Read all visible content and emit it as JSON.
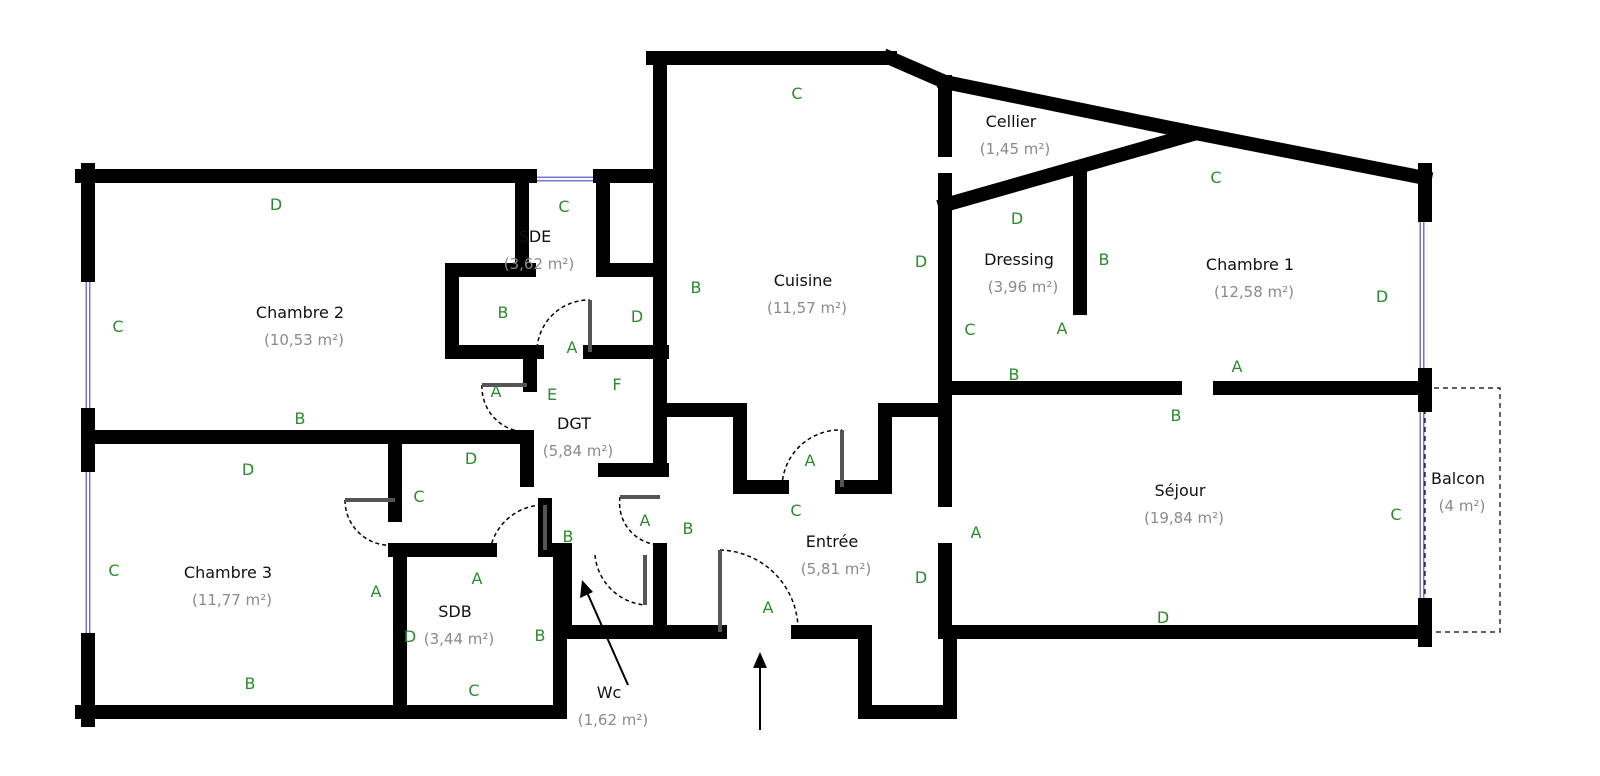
{
  "colors": {
    "wall": "#000000",
    "window": "#7777cc",
    "wall_letter": "#2d8a2d",
    "area_text": "#8a8a8a"
  },
  "rooms": [
    {
      "name": "Chambre 2",
      "area": "(10,53 m²)"
    },
    {
      "name": "Chambre 3",
      "area": "(11,77 m²)"
    },
    {
      "name": "SDE",
      "area": "(3,62 m²)"
    },
    {
      "name": "DGT",
      "area": "(5,84 m²)"
    },
    {
      "name": "SDB",
      "area": "(3,44 m²)"
    },
    {
      "name": "Wc",
      "area": "(1,62 m²)"
    },
    {
      "name": "Cuisine",
      "area": "(11,57 m²)"
    },
    {
      "name": "Entrée",
      "area": "(5,81 m²)"
    },
    {
      "name": "Cellier",
      "area": "(1,45 m²)"
    },
    {
      "name": "Dressing",
      "area": "(3,96 m²)"
    },
    {
      "name": "Chambre 1",
      "area": "(12,58 m²)"
    },
    {
      "name": "Séjour",
      "area": "(19,84 m²)"
    },
    {
      "name": "Balcon",
      "area": "(4 m²)"
    }
  ],
  "wall_letters": [
    "D",
    "C",
    "B",
    "C",
    "B",
    "D",
    "A",
    "A",
    "E",
    "F",
    "D",
    "C",
    "A",
    "B",
    "D",
    "C",
    "B",
    "A",
    "B",
    "A",
    "D",
    "B",
    "C",
    "C",
    "B",
    "D",
    "A",
    "C",
    "D",
    "A",
    "D",
    "C",
    "A",
    "B",
    "C",
    "D",
    "B",
    "A",
    "B",
    "A",
    "C",
    "D"
  ]
}
